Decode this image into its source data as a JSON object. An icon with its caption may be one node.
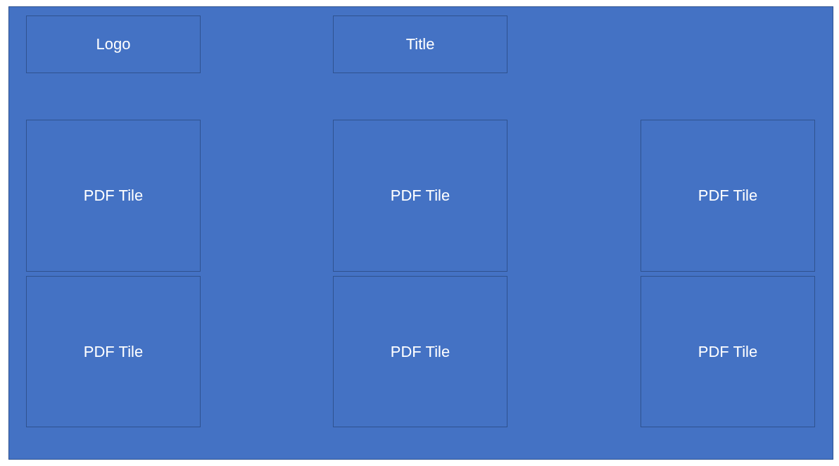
{
  "diagram": {
    "nodes": [
      {
        "text": [
          "Logo"
        ]
      },
      {
        "text": [
          "Title"
        ]
      },
      {
        "text": [
          "PDF Tile"
        ]
      },
      {
        "text": [
          "PDF Tile"
        ]
      },
      {
        "text": [
          "PDF Tile"
        ]
      },
      {
        "text": [
          "PDF Tile"
        ]
      },
      {
        "text": [
          "PDF Tile"
        ]
      },
      {
        "text": [
          "PDF Tile"
        ]
      }
    ]
  }
}
